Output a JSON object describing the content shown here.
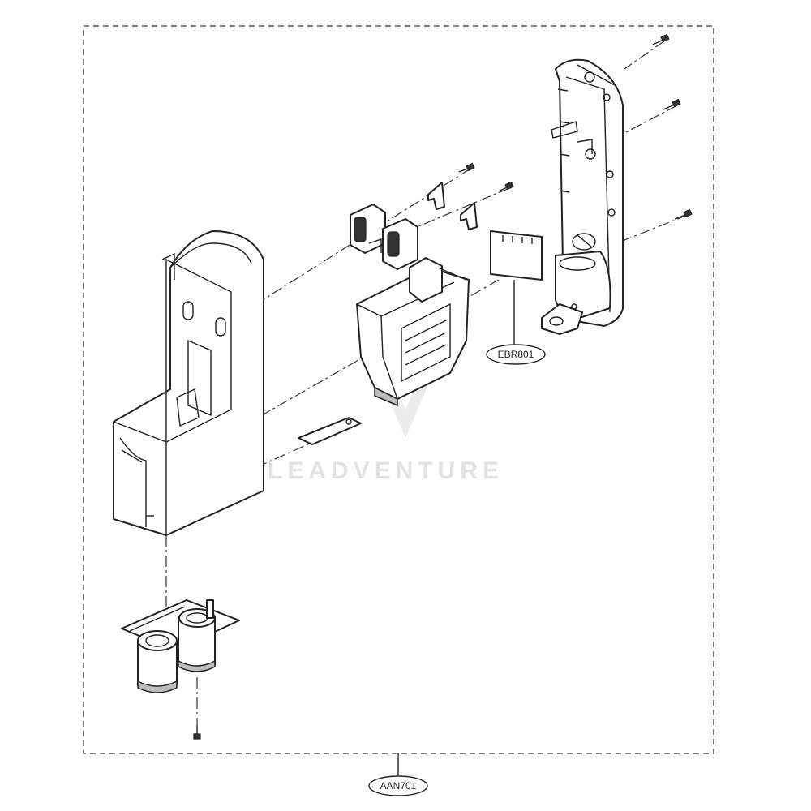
{
  "callouts": {
    "board_label": "EBR801",
    "assembly_label": "AAN701"
  },
  "watermark": {
    "text": "LEADVENTURE"
  },
  "colors": {
    "line": "#222222",
    "frame": "#555555",
    "background": "#ffffff"
  }
}
